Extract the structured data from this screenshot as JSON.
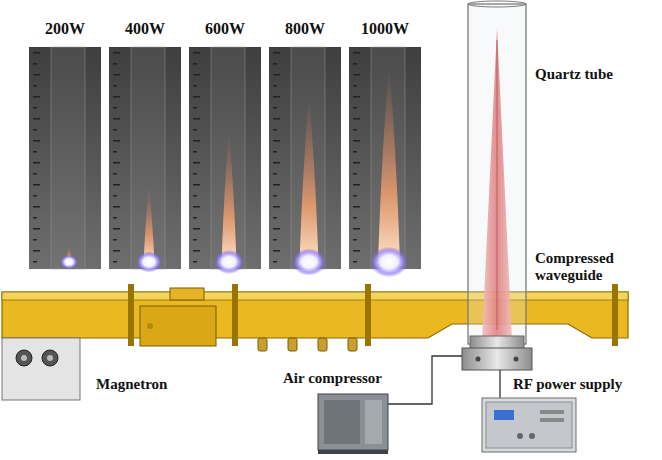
{
  "diagram": {
    "labels": [
      "200W",
      "400W",
      "600W",
      "800W",
      "1000W",
      "Quartz tube",
      "Compressed waveguide",
      "Magnetron",
      "Air compressor",
      "RF power supply"
    ]
  }
}
